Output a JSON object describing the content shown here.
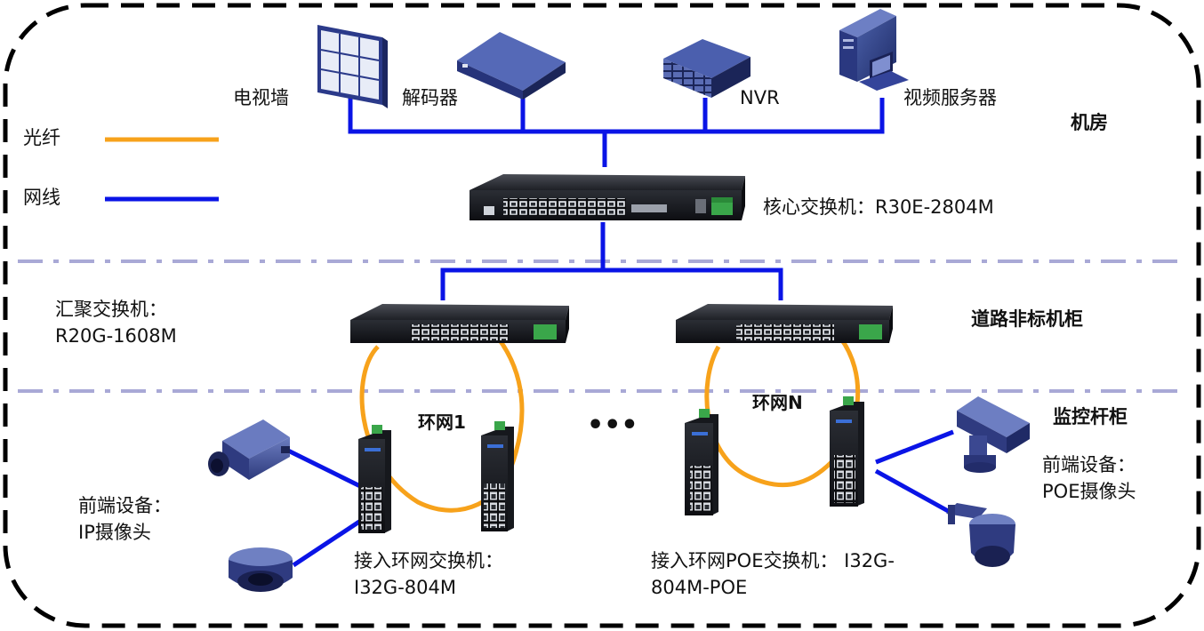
{
  "legend": {
    "fiber": {
      "label": "光纤",
      "color": "#f7a21b"
    },
    "cable": {
      "label": "网线",
      "color": "#0a14e6"
    }
  },
  "zones": {
    "machine_room": "机房",
    "road_cabinet": "道路非标机柜",
    "pole_cabinet": "监控杆柜"
  },
  "server_room_devices": {
    "tv_wall": "电视墙",
    "decoder": "解码器",
    "nvr": "NVR",
    "video_server": "视频服务器"
  },
  "core_switch": {
    "label": "核心交换机：R30E-2804M"
  },
  "aggregation_switch": {
    "label_line1": "汇聚交换机：",
    "label_line2": "R20G-1608M"
  },
  "rings": {
    "ring1": "环网1",
    "ringN": "环网N",
    "ellipsis": "•••"
  },
  "access_switch": {
    "label_line1": "接入环网交换机：",
    "label_line2": "I32G-804M"
  },
  "access_poe_switch": {
    "label_line1": "接入环网POE交换机：  I32G-",
    "label_line2": "804M-POE"
  },
  "front_ip": {
    "label_line1": "前端设备：",
    "label_line2": "IP摄像头"
  },
  "front_poe": {
    "label_line1": "前端设备：",
    "label_line2": "POE摄像头"
  },
  "icons": {
    "tv_wall": "tv-wall-icon",
    "decoder": "decoder-icon",
    "nvr": "nvr-icon",
    "server": "server-tower-icon",
    "switch": "rack-switch-icon",
    "industrial_switch": "din-rail-switch-icon",
    "bullet_camera": "bullet-camera-icon",
    "dome_camera": "dome-camera-icon",
    "ptz_camera": "ptz-camera-icon"
  }
}
